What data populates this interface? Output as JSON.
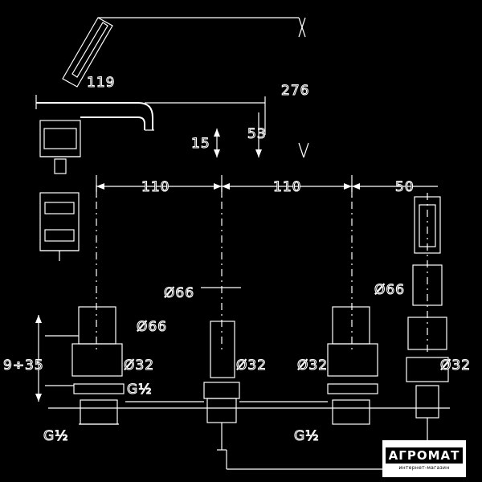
{
  "dimensions": {
    "d_119": "119",
    "d_276": "276",
    "d_53": "53",
    "d_15": "15",
    "d_110a": "110",
    "d_110b": "110",
    "d_50": "50",
    "d_66a": "Ø66",
    "d_66b": "Ø66",
    "d_66c": "Ø66",
    "d_9_35": "9÷35",
    "d_32a": "Ø32",
    "d_32b": "Ø32",
    "d_32c": "Ø32",
    "d_32d": "Ø32",
    "d_g12a": "G½",
    "d_g12b": "G½",
    "d_g12c": "G½"
  },
  "logo": {
    "name": "АГРОМАТ",
    "tagline": "интернет-магазин"
  }
}
